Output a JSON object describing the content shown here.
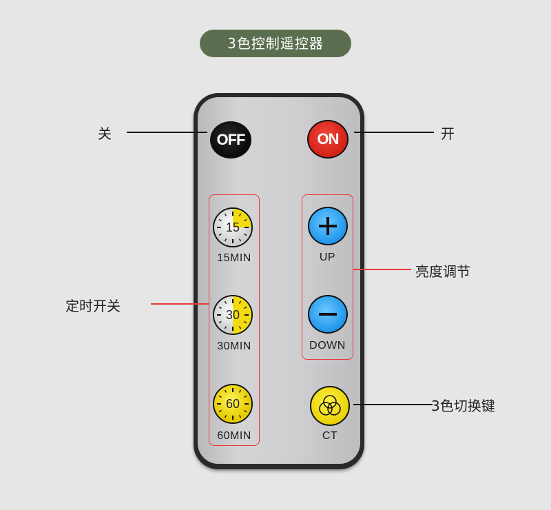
{
  "header": {
    "title": "3色控制遥控器"
  },
  "remote": {
    "buttons": {
      "off": {
        "label": "OFF",
        "color": "#111111"
      },
      "on": {
        "label": "ON",
        "color": "#e0281c"
      },
      "timer_15": {
        "number": "15",
        "label": "15MIN",
        "fill_fraction": 0.25
      },
      "timer_30": {
        "number": "30",
        "label": "30MIN",
        "fill_fraction": 0.5
      },
      "timer_60": {
        "number": "60",
        "label": "60MIN",
        "fill_fraction": 1.0
      },
      "up": {
        "symbol": "+",
        "label": "UP",
        "color": "#2aa0f0"
      },
      "down": {
        "symbol": "−",
        "label": "DOWN",
        "color": "#2aa0f0"
      },
      "ct": {
        "label": "CT",
        "color": "#f2dc10"
      }
    }
  },
  "callouts": {
    "off": "关",
    "on": "开",
    "timer": "定时开关",
    "brightness": "亮度调节",
    "color_switch": "3色切换键"
  },
  "colors": {
    "background": "#e6e6e6",
    "title_pill": "#5b6e50",
    "group_outline": "#e8393a",
    "timer_yellow": "#f2dc10"
  }
}
